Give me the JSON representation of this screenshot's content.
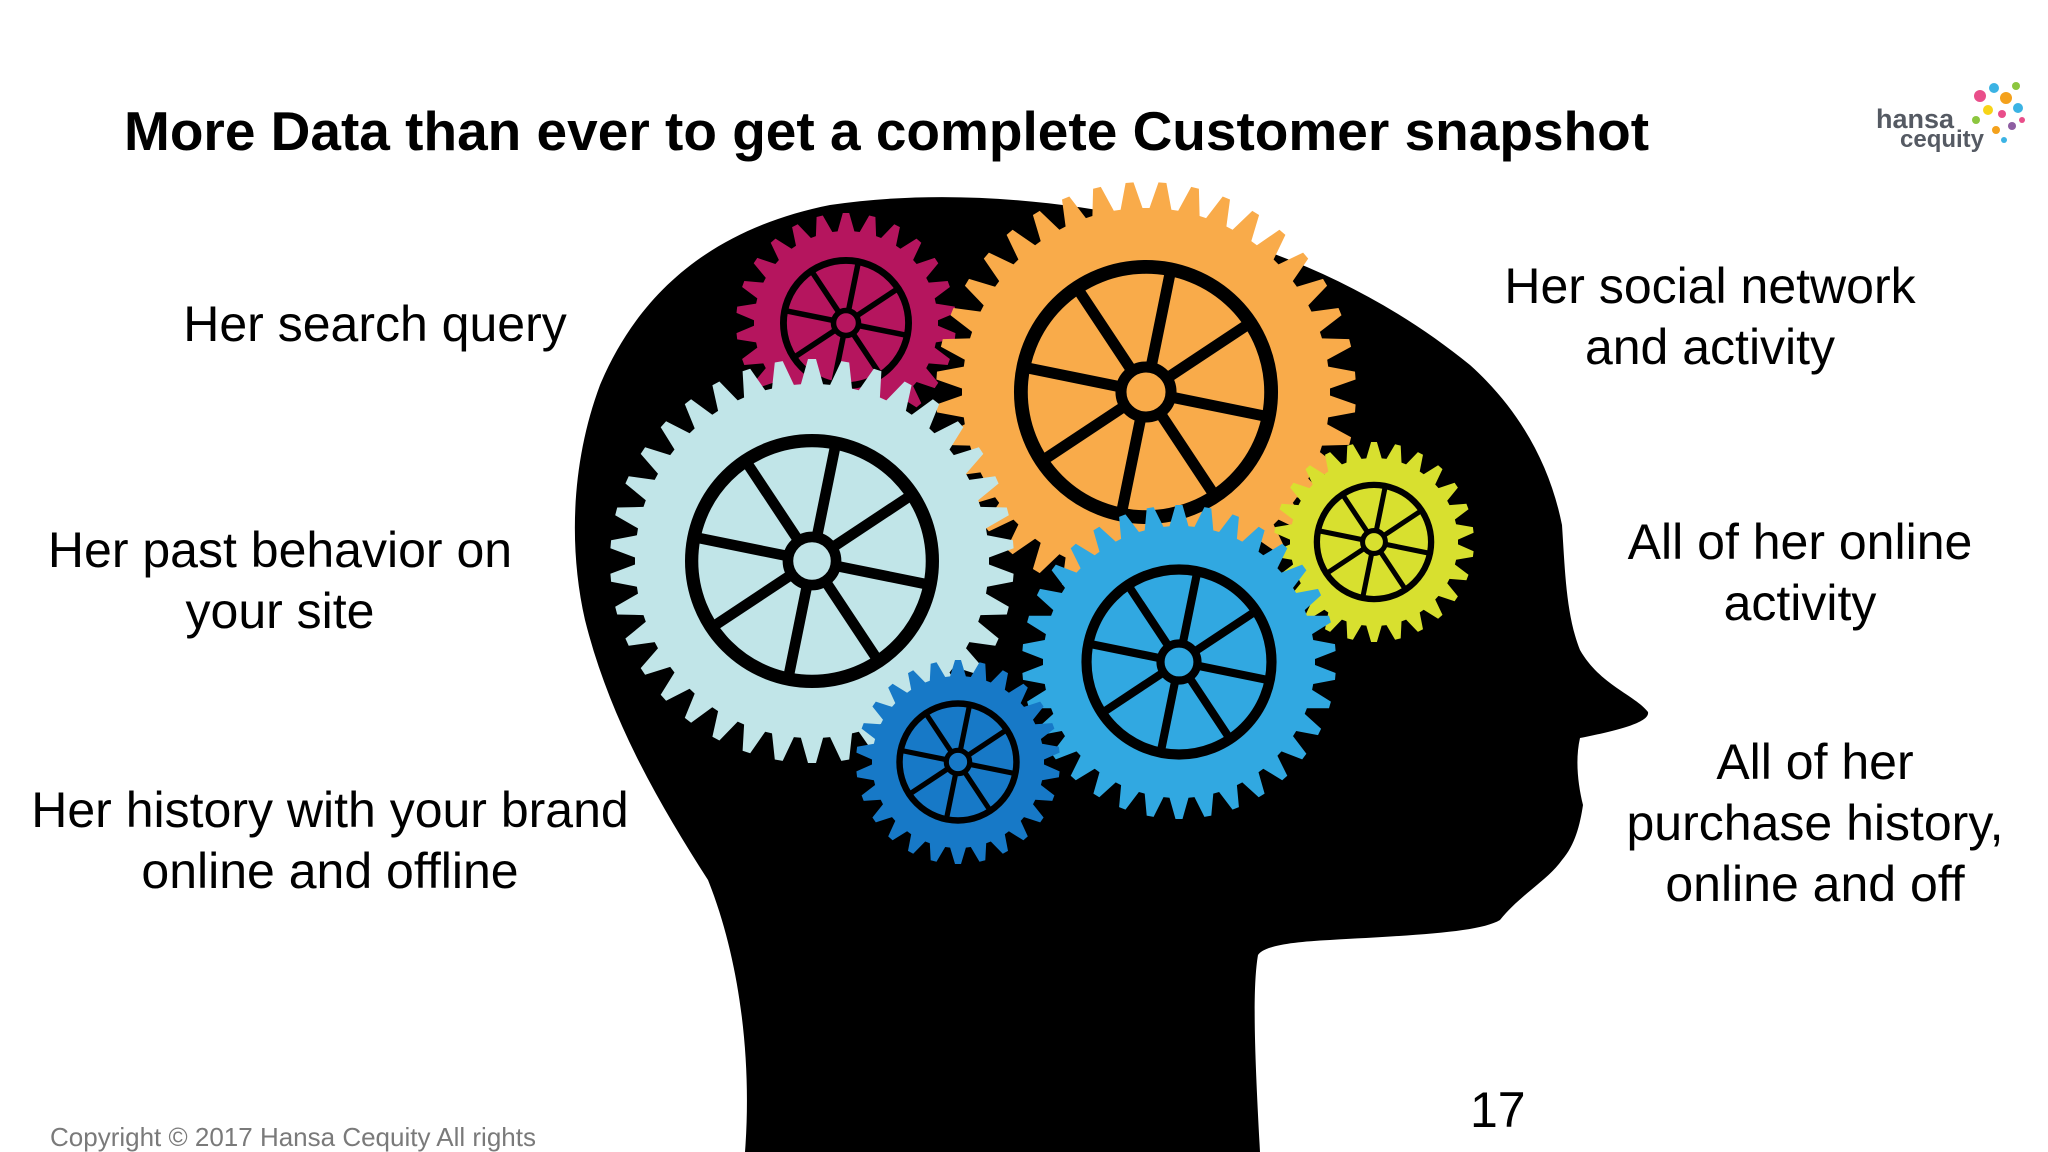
{
  "slide": {
    "title": "More Data than ever to get a complete Customer snapshot",
    "page_number": "17",
    "copyright": "Copyright © 2017 Hansa Cequity  All rights"
  },
  "logo": {
    "line1": "hansa",
    "line2": "cequity"
  },
  "captions": {
    "search": [
      "Her search query"
    ],
    "past_behavior": [
      "Her past behavior on",
      "your site"
    ],
    "brand_history": [
      "Her history with your brand",
      "online and offline"
    ],
    "social": [
      "Her social network",
      "and activity"
    ],
    "online_activity": [
      "All of her online",
      "activity"
    ],
    "purchase": [
      "All of her",
      "purchase history,",
      "online and off"
    ]
  },
  "illustration": {
    "subject": "head-silhouette-with-gears",
    "silhouette_color": "#000000",
    "gear_colors": {
      "magenta": "#b5155e",
      "orange": "#f9ab4a",
      "light_blue": "#c1e5e8",
      "yellow_green": "#d8e02f",
      "sky_blue": "#31a8e1",
      "royal_blue": "#1779c7"
    }
  }
}
